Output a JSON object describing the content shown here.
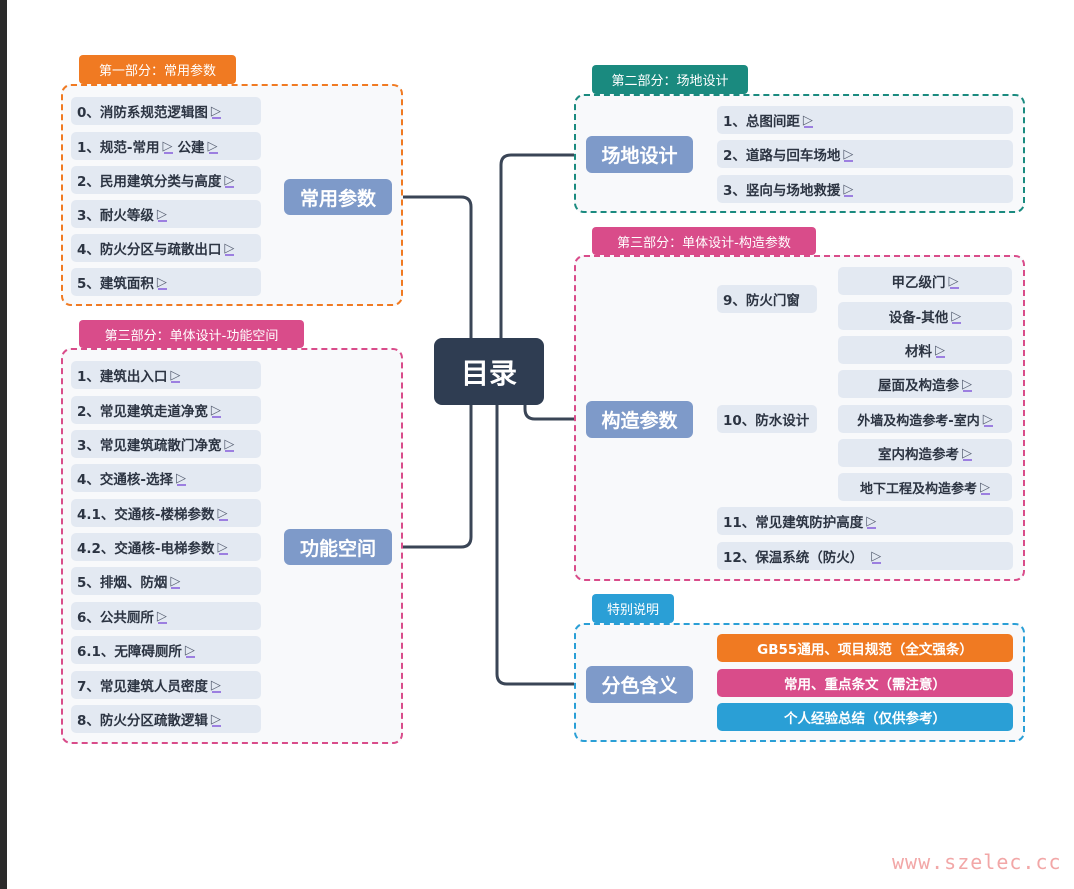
{
  "root": {
    "label": "目录"
  },
  "groups": {
    "common": {
      "tag": "第一部分：常用参数",
      "branch": "常用参数",
      "items": [
        "0、消防系规范逻辑图",
        "1、规范-常用",
        "2、民用建筑分类与高度",
        "3、耐火等级",
        "4、防火分区与疏散出口",
        "5、建筑面积"
      ],
      "item1_extra": "公建"
    },
    "site": {
      "tag": "第二部分：场地设计",
      "branch": "场地设计",
      "items": [
        "1、总图间距",
        "2、道路与回车场地",
        "3、竖向与场地救援"
      ]
    },
    "construction": {
      "tag": "第三部分：单体设计-构造参数",
      "branch": "构造参数",
      "fire_door": {
        "label": "9、防火门窗",
        "children": [
          "甲乙级门",
          "设备-其他"
        ]
      },
      "waterproof": {
        "label": "10、防水设计",
        "children": [
          "材料",
          "屋面及构造参",
          "外墙及构造参考-室内",
          "室内构造参考",
          "地下工程及构造参考"
        ]
      },
      "others": [
        "11、常见建筑防护高度",
        "12、保温系统（防火）"
      ]
    },
    "function": {
      "tag": "第三部分：单体设计-功能空间",
      "branch": "功能空间",
      "items": [
        "1、建筑出入口",
        "2、常见建筑走道净宽",
        "3、常见建筑疏散门净宽",
        "4、交通核-选择",
        "4.1、交通核-楼梯参数",
        "4.2、交通核-电梯参数",
        "5、排烟、防烟",
        "6、公共厕所",
        "6.1、无障碍厕所",
        "7、常见建筑人员密度",
        "8、防火分区疏散逻辑"
      ]
    },
    "legend": {
      "tag": "特别说明",
      "branch": "分色含义",
      "items": [
        "GB55通用、项目规范（全文强条）",
        "常用、重点条文（需注意）",
        "个人经验总结（仅供参考）"
      ]
    }
  },
  "link_glyph": "▷",
  "watermark": "www.szelec.cc",
  "colors": {
    "orange": "#f07a22",
    "teal": "#1a8a7f",
    "pink": "#d94c8a",
    "blue": "#2a9fd6",
    "branch": "#7e9ac9",
    "root": "#2f3d52",
    "leaf": "#e3e9f2",
    "line": "#3a4556"
  }
}
